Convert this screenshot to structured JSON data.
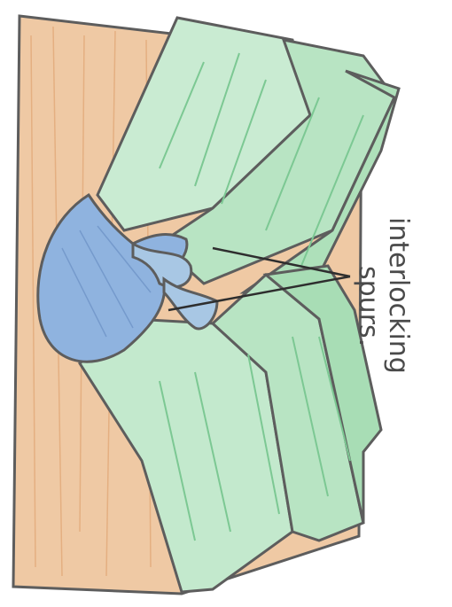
{
  "annotation": {
    "line1": "interlocking",
    "line2": "spurs."
  },
  "colors": {
    "wood": "#efc9a4",
    "wood_streak": "#e2a979",
    "green": "#bfe7c9",
    "green_dark": "#8fd4a4",
    "blue_joint": "#8fb3df",
    "outline": "#5d5d5d",
    "pointer": "#2e2e2e"
  },
  "icons": [
    "hand-drawn-sketch"
  ]
}
